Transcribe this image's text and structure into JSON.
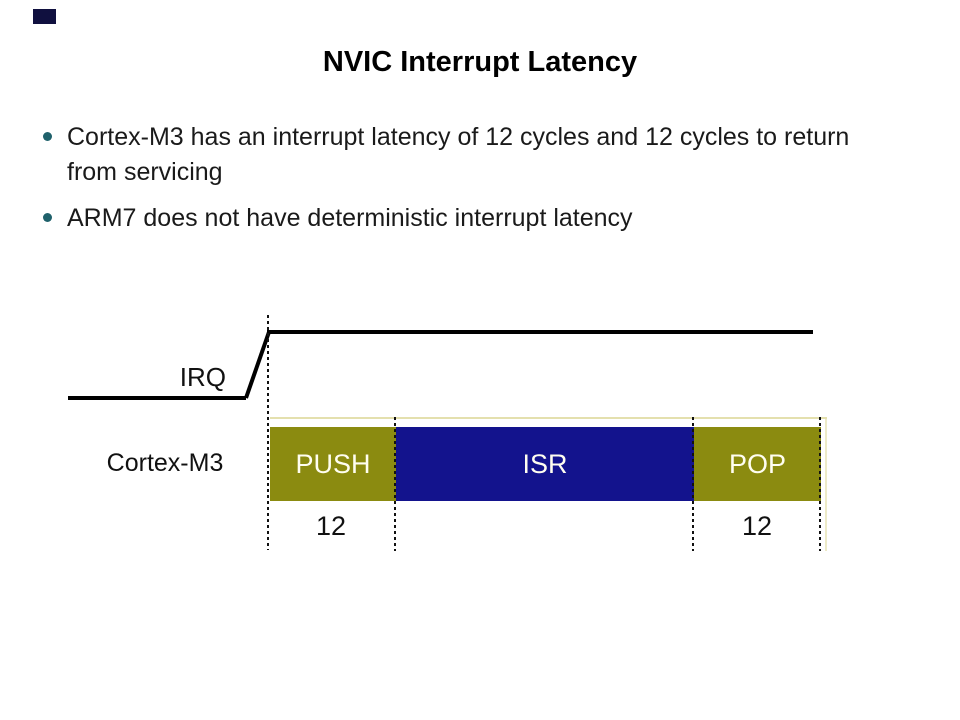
{
  "slide": {
    "title": "NVIC Interrupt Latency",
    "bullets": [
      {
        "lines": [
          "Cortex-M3 has an interrupt latency of 12 cycles and 12 cycles to return",
          "from servicing"
        ]
      },
      {
        "lines": [
          "ARM7 does not have deterministic interrupt latency"
        ]
      }
    ]
  },
  "diagram": {
    "signal_label": "IRQ",
    "row_label": "Cortex-M3",
    "segments": [
      {
        "label": "PUSH",
        "color": "#8b8b10"
      },
      {
        "label": "ISR",
        "color": "#13138d"
      },
      {
        "label": "POP",
        "color": "#8b8b10"
      }
    ],
    "cycle_counts": {
      "push": "12",
      "pop": "12"
    }
  },
  "colors": {
    "bullet_dot": "#1f616b",
    "olive_segment": "#8b8b10",
    "navy_segment": "#13138d",
    "segment_text": "#fffef0",
    "waveform_line": "#000000",
    "logo_square": "#10103f",
    "body_text": "#1a1a1a"
  }
}
